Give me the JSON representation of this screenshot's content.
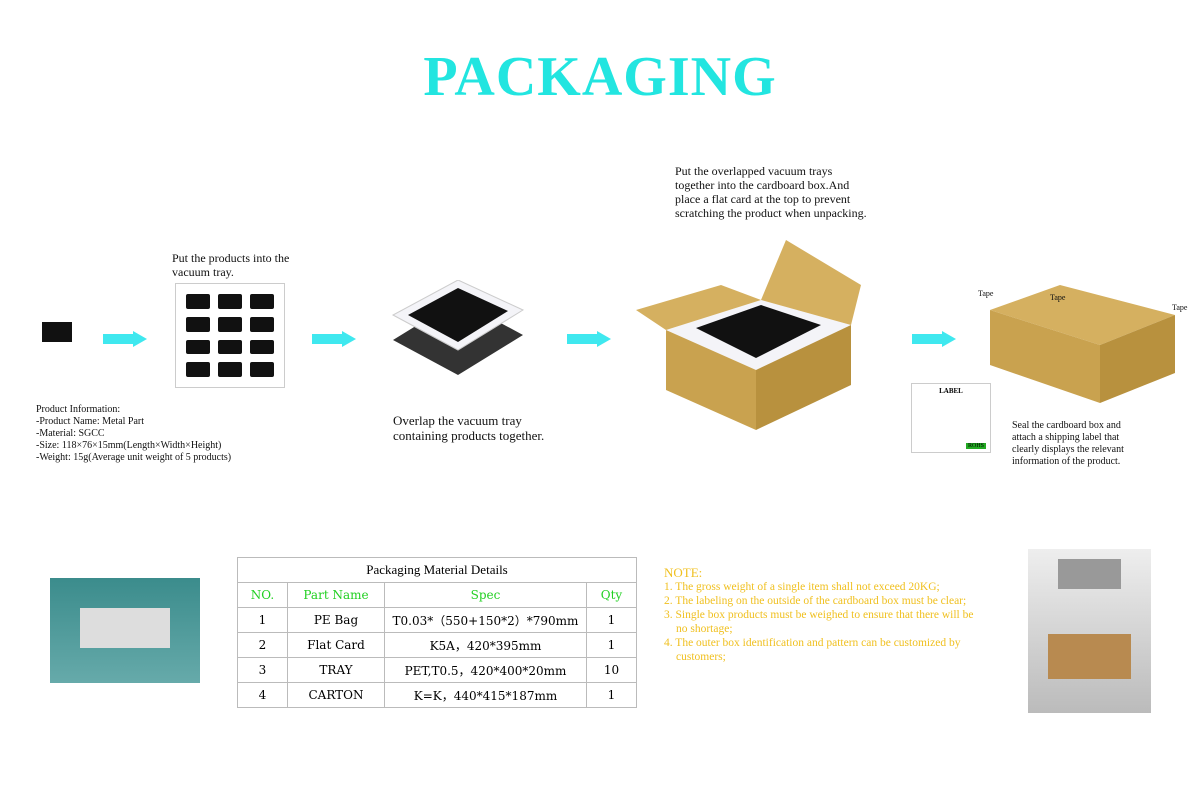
{
  "title": "PACKAGING",
  "step1": {
    "caption": "Put the products into the vacuum tray."
  },
  "product_info": [
    "Product Information:",
    "-Product Name: Metal Part",
    "-Material: SGCC",
    "-Size: 118×76×15mm(Length×Width×Height)",
    "-Weight: 15g(Average unit weight of 5 products)"
  ],
  "step2": {
    "caption": "Overlap the vacuum tray containing products together."
  },
  "step3": {
    "caption": "Put the overlapped vacuum trays together into the cardboard box.And place a flat card at the top to prevent scratching the product when unpacking."
  },
  "step4": {
    "caption": "Seal the cardboard box and attach a shipping label that clearly displays the relevant information of the product.",
    "tape_labels": [
      "Tape",
      "Tape",
      "Tape"
    ],
    "label_title": "LABEL",
    "label_badge": "ROHS"
  },
  "table": {
    "title": "Packaging Material Details",
    "headers": [
      "NO.",
      "Part Name",
      "Spec",
      "Qty"
    ],
    "rows": [
      [
        "1",
        "PE Bag",
        "T0.03*（550+150*2）*790mm",
        "1"
      ],
      [
        "2",
        "Flat Card",
        "K5A，420*395mm",
        "1"
      ],
      [
        "3",
        "TRAY",
        "PET,T0.5，420*400*20mm",
        "10"
      ],
      [
        "4",
        "CARTON",
        "K=K，440*415*187mm",
        "1"
      ]
    ]
  },
  "notes": {
    "heading": "NOTE:",
    "items": [
      "1. The gross weight of a single item shall not exceed 20KG;",
      "2. The labeling on the outside of the cardboard box must be clear;",
      "3. Single box products must be weighed to ensure that there will be no shortage;",
      "4. The outer box identification and pattern can be customized by customers;"
    ]
  }
}
